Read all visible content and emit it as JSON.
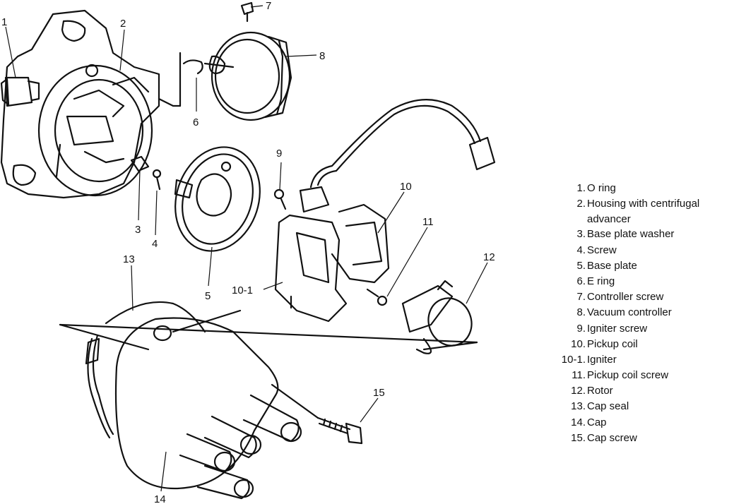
{
  "callouts": [
    "1",
    "2",
    "3",
    "4",
    "5",
    "6",
    "7",
    "8",
    "9",
    "10",
    "10-1",
    "11",
    "12",
    "13",
    "14",
    "15"
  ],
  "legend": [
    {
      "num": "1.",
      "text": "O ring"
    },
    {
      "num": "2.",
      "text": "Housing with centrifugal"
    },
    {
      "num": "",
      "text": "advancer"
    },
    {
      "num": "3.",
      "text": "Base plate washer"
    },
    {
      "num": "4.",
      "text": "Screw"
    },
    {
      "num": "5.",
      "text": "Base plate"
    },
    {
      "num": "6.",
      "text": "E ring"
    },
    {
      "num": "7.",
      "text": "Controller screw"
    },
    {
      "num": "8.",
      "text": "Vacuum controller"
    },
    {
      "num": "9.",
      "text": "Igniter screw"
    },
    {
      "num": "10.",
      "text": "Pickup coil"
    },
    {
      "num": "10-1.",
      "text": "Igniter"
    },
    {
      "num": "11.",
      "text": "Pickup coil screw"
    },
    {
      "num": "12.",
      "text": "Rotor"
    },
    {
      "num": "13.",
      "text": "Cap seal"
    },
    {
      "num": "14.",
      "text": "Cap"
    },
    {
      "num": "15.",
      "text": "Cap screw"
    }
  ]
}
